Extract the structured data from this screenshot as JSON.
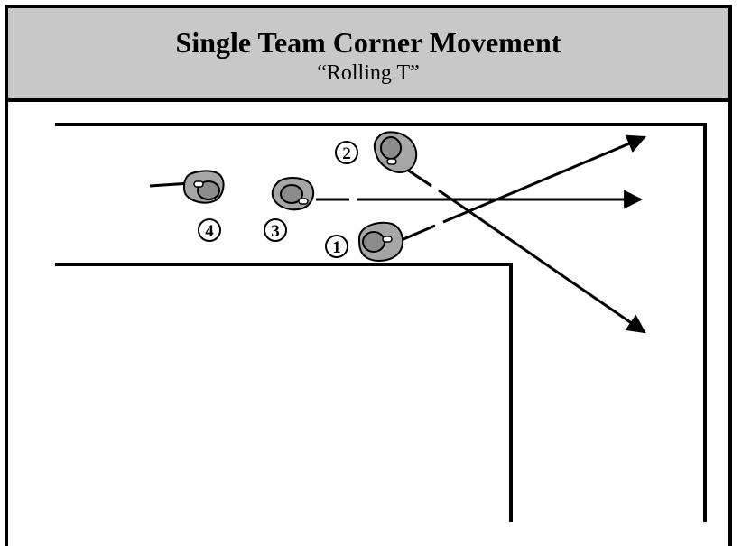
{
  "title": "Single Team Corner Movement",
  "subtitle": "“Rolling T”",
  "skaters": [
    {
      "id": "skater-1",
      "label": "1"
    },
    {
      "id": "skater-2",
      "label": "2"
    },
    {
      "id": "skater-3",
      "label": "3"
    },
    {
      "id": "skater-4",
      "label": "4"
    }
  ],
  "colors": {
    "header_bg": "#c8c8c8",
    "skater_fill": "#a6a6a6",
    "skater_inner": "#8c8c8c",
    "line": "#000000"
  }
}
